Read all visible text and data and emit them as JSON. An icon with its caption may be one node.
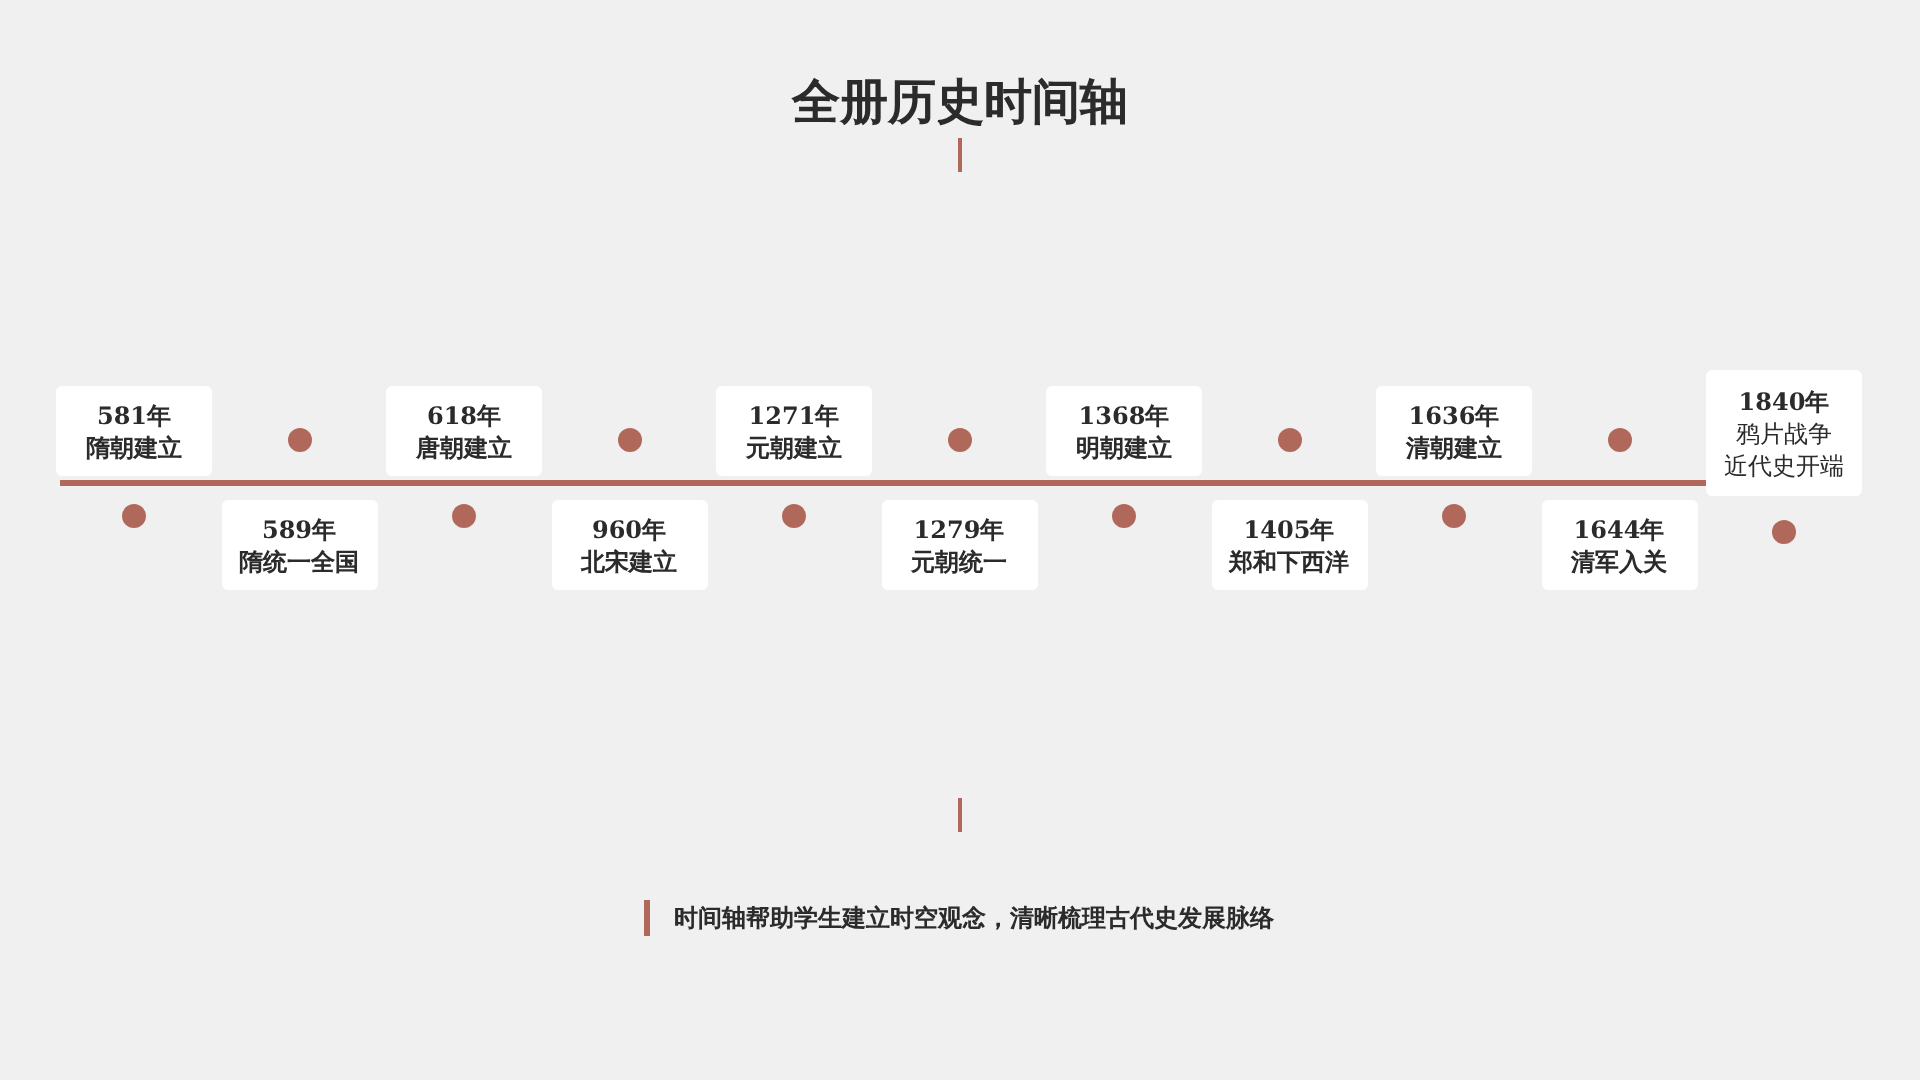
{
  "diagram": {
    "title": "全册历史时间轴",
    "nodes": [
      {
        "text": [
          "581年",
          "隋朝建立"
        ]
      },
      {
        "text": [
          "589年",
          "隋统一全国"
        ]
      },
      {
        "text": [
          "618年",
          "唐朝建立"
        ]
      },
      {
        "text": [
          "960年",
          "北宋建立"
        ]
      },
      {
        "text": [
          "1271年",
          "元朝建立"
        ]
      },
      {
        "text": [
          "1279年",
          "元朝统一"
        ]
      },
      {
        "text": [
          "1368年",
          "明朝建立"
        ]
      },
      {
        "text": [
          "1405年",
          "郑和下西洋"
        ]
      },
      {
        "text": [
          "1636年",
          "清朝建立"
        ]
      },
      {
        "text": [
          "1644年",
          "清军入关"
        ]
      },
      {
        "text": [
          "1840年",
          "鸦片战争",
          "近代史开端"
        ]
      }
    ],
    "edges": [],
    "caption": "时间轴帮助学生建立时空观念，清晰梳理古代史发展脉络"
  }
}
